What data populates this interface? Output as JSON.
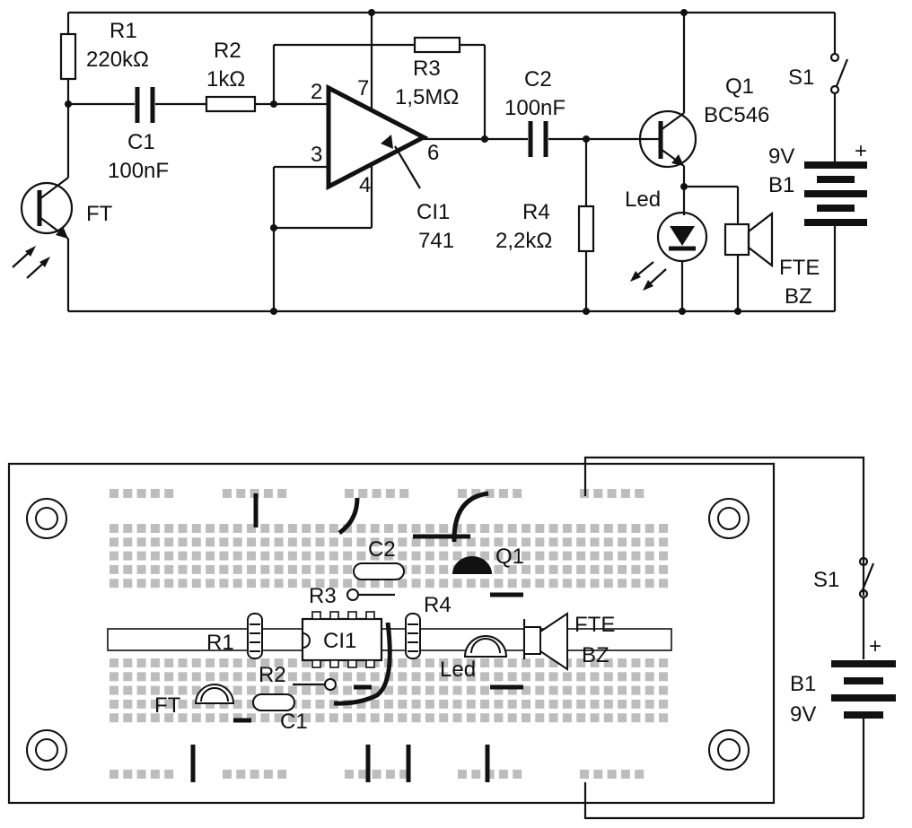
{
  "schematic": {
    "r1": {
      "name": "R1",
      "value": "220kΩ"
    },
    "r2": {
      "name": "R2",
      "value": "1kΩ"
    },
    "r3": {
      "name": "R3",
      "value": "1,5MΩ"
    },
    "r4": {
      "name": "R4",
      "value": "2,2kΩ"
    },
    "c1": {
      "name": "C1",
      "value": "100nF"
    },
    "c2": {
      "name": "C2",
      "value": "100nF"
    },
    "q1": {
      "name": "Q1",
      "value": "BC546"
    },
    "ci1": {
      "name": "CI1",
      "value": "741"
    },
    "ft": "FT",
    "led": "Led",
    "fte": "FTE",
    "bz": "BZ",
    "s1": "S1",
    "b1": {
      "name": "B1",
      "value": "9V"
    },
    "plus": "+",
    "pins": {
      "p2": "2",
      "p3": "3",
      "p4": "4",
      "p6": "6",
      "p7": "7"
    }
  },
  "breadboard": {
    "r1": "R1",
    "r2": "R2",
    "r3": "R3",
    "r4": "R4",
    "c1": "C1",
    "c2": "C2",
    "q1": "Q1",
    "ci1": "CI1",
    "ft": "FT",
    "led": "Led",
    "fte": "FTE",
    "bz": "BZ",
    "s1": "S1",
    "b1": "B1",
    "b1_value": "9V",
    "plus": "+"
  }
}
